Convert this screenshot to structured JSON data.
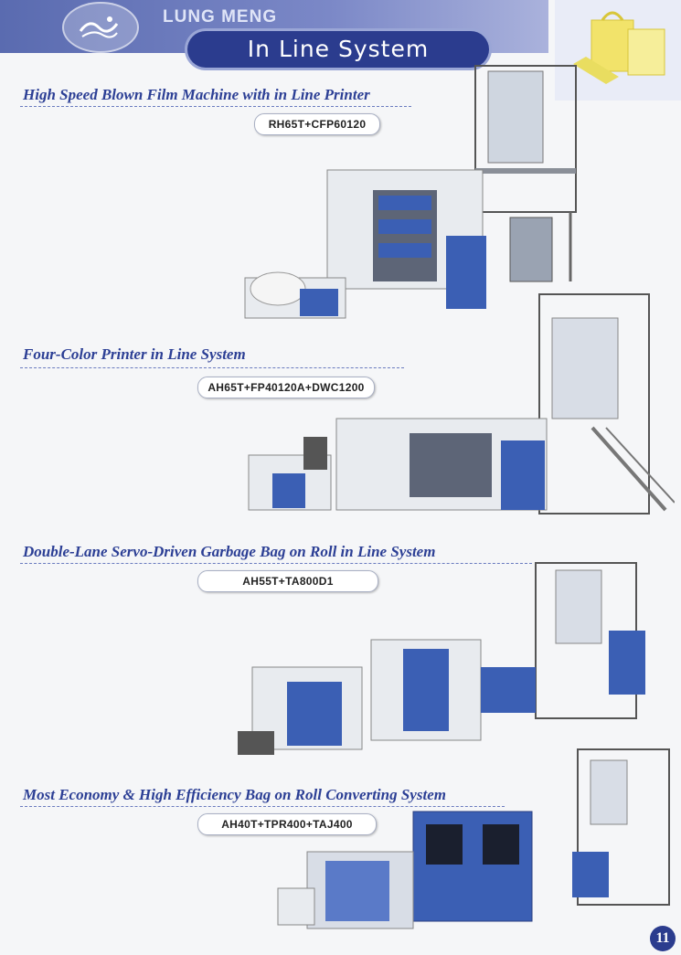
{
  "header": {
    "brand": "LUNG MENG",
    "title": "In Line System"
  },
  "sections": [
    {
      "title": "High Speed Blown Film Machine with in Line Printer",
      "model": "RH65T+CFP60120"
    },
    {
      "title": "Four-Color Printer in Line System",
      "model": "AH65T+FP40120A+DWC1200"
    },
    {
      "title": "Double-Lane Servo-Driven Garbage Bag on Roll in Line System",
      "model": "AH55T+TA800D1"
    },
    {
      "title": "Most Economy & High Efficiency Bag on Roll Converting System",
      "model": "AH40T+TPR400+TAJ400"
    }
  ],
  "page_number": "11",
  "colors": {
    "brand_blue": "#2b3c8e",
    "machine_blue": "#3b5fb4",
    "machine_white": "#e8ebef"
  }
}
